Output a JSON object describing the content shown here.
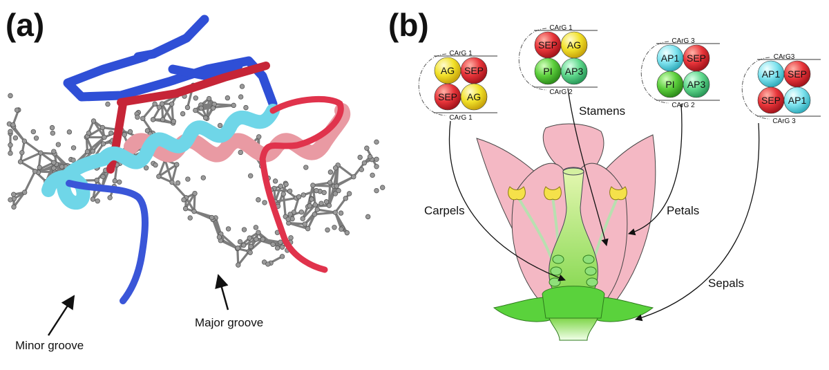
{
  "panel_a": {
    "label": "(a)",
    "minor_groove": "Minor groove",
    "major_groove": "Major groove"
  },
  "panel_b": {
    "label": "(b)",
    "organs": {
      "carpels": "Carpels",
      "stamens": "Stamens",
      "petals": "Petals",
      "sepals": "Sepals"
    },
    "complexes": [
      {
        "top": "CArG 1",
        "bottom": "CArG 1",
        "balls": [
          {
            "label": "AG",
            "color": "#f2e22a"
          },
          {
            "label": "SEP",
            "color": "#e8353a"
          },
          {
            "label": "SEP",
            "color": "#e8353a"
          },
          {
            "label": "AG",
            "color": "#f2e22a"
          }
        ]
      },
      {
        "top": "CArG 1",
        "bottom": "CArG 2",
        "balls": [
          {
            "label": "SEP",
            "color": "#e8353a"
          },
          {
            "label": "AG",
            "color": "#f2e22a"
          },
          {
            "label": "PI",
            "color": "#5ccf3c"
          },
          {
            "label": "AP3",
            "color": "#5fd88c"
          }
        ]
      },
      {
        "top": "CArG 3",
        "bottom": "CArG 2",
        "balls": [
          {
            "label": "AP1",
            "color": "#7fe3ef"
          },
          {
            "label": "SEP",
            "color": "#e8353a"
          },
          {
            "label": "PI",
            "color": "#5ccf3c"
          },
          {
            "label": "AP3",
            "color": "#5fd88c"
          }
        ]
      },
      {
        "top": "CArG3",
        "bottom": "CArG 3",
        "balls": [
          {
            "label": "AP1",
            "color": "#7fe3ef"
          },
          {
            "label": "SEP",
            "color": "#e8353a"
          },
          {
            "label": "SEP",
            "color": "#e8353a"
          },
          {
            "label": "AP1",
            "color": "#7fe3ef"
          }
        ]
      }
    ]
  },
  "colors": {
    "dna": "#8a8a8a",
    "helix_cyan": "#6fd6e8",
    "helix_pink": "#e99aa3",
    "strand_blue": "#2f4fd6",
    "strand_red": "#d9344a",
    "petal_pink": "#f4b8c4",
    "leaf_green": "#5ad23c"
  }
}
